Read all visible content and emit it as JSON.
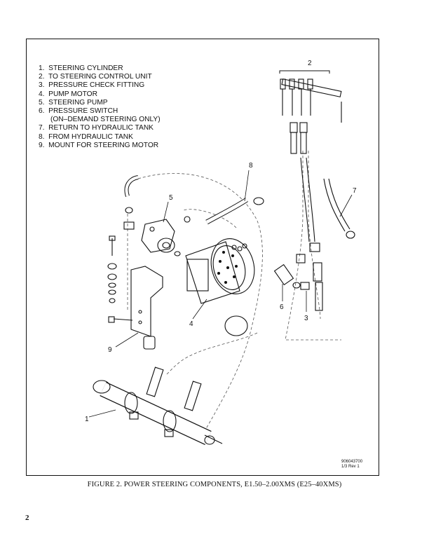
{
  "legend": [
    "1.  STEERING CYLINDER",
    "2.  TO STEERING CONTROL UNIT",
    "3.  PRESSURE CHECK FITTING",
    "4.  PUMP MOTOR",
    "5.  STEERING PUMP",
    "6.  PRESSURE SWITCH",
    "      (ON–DEMAND STEERING ONLY)",
    "7.  RETURN TO HYDRAULIC TANK",
    "8.  FROM HYDRAULIC TANK",
    "9.  MOUNT FOR STEERING MOTOR"
  ],
  "callouts": {
    "c1": "1",
    "c2": "2",
    "c3": "3",
    "c4": "4",
    "c5": "5",
    "c6": "6",
    "c7": "7",
    "c8": "8",
    "c9": "9"
  },
  "drawing_number": "906043700",
  "drawing_rev": "1/3 Rev 1",
  "caption": "FIGURE 2. POWER STEERING COMPONENTS, E1.50–2.00XMS (E25–40XMS)",
  "page_number": "2"
}
